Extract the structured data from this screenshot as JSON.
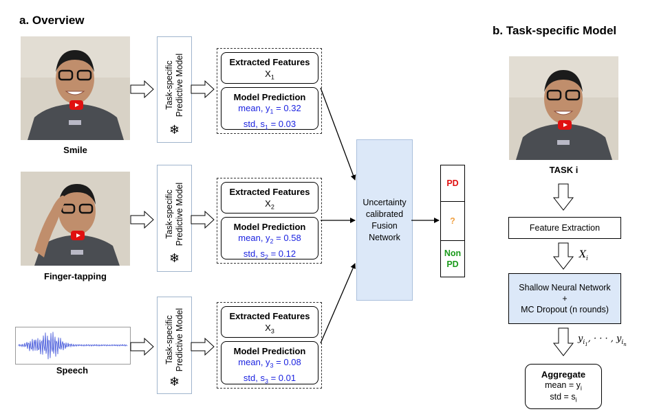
{
  "overview_title": "a. Overview",
  "task_title": "b. Task-specific Model",
  "tasks": [
    {
      "caption": "Smile",
      "predictor_label_line1": "Task-specific",
      "predictor_label_line2": "Predictive Model",
      "features_title": "Extracted Features",
      "features_var": "X",
      "features_sub": "1",
      "prediction_title": "Model Prediction",
      "mean_prefix": "mean, y",
      "mean_sub": "1",
      "mean_value": " = 0.32",
      "std_prefix": "std, s",
      "std_sub": "1",
      "std_value": " = 0.03"
    },
    {
      "caption": "Finger-tapping",
      "predictor_label_line1": "Task-specific",
      "predictor_label_line2": "Predictive Model",
      "features_title": "Extracted Features",
      "features_var": "X",
      "features_sub": "2",
      "prediction_title": "Model Prediction",
      "mean_prefix": "mean, y",
      "mean_sub": "2",
      "mean_value": " = 0.58",
      "std_prefix": "std, s",
      "std_sub": "2",
      "std_value": " = 0.12"
    },
    {
      "caption": "Speech",
      "predictor_label_line1": "Task-specific",
      "predictor_label_line2": "Predictive Model",
      "features_title": "Extracted Features",
      "features_var": "X",
      "features_sub": "3",
      "prediction_title": "Model Prediction",
      "mean_prefix": "mean, y",
      "mean_sub": "3",
      "mean_value": " = 0.08",
      "std_prefix": "std, s",
      "std_sub": "3",
      "std_value": " = 0.01"
    }
  ],
  "fusion": {
    "line1": "Uncertainty",
    "line2": "calibrated",
    "line3": "Fusion",
    "line4": "Network"
  },
  "outputs": {
    "pd": "PD",
    "unknown": "?",
    "non_pd_line1": "Non",
    "non_pd_line2": "PD"
  },
  "task_model": {
    "task_label": "TASK i",
    "feature_extraction": "Feature Extraction",
    "xi_var": "X",
    "xi_sub": "i",
    "nn_line1": "Shallow Neural Network",
    "nn_line2": "+",
    "nn_line3": "MC Dropout (n rounds)",
    "y_list": "y",
    "aggregate_title": "Aggregate",
    "aggregate_mean": "mean = y",
    "aggregate_mean_sub": "i",
    "aggregate_std": "std = s",
    "aggregate_std_sub": "i"
  },
  "colors": {
    "prediction_text": "#1a22e0",
    "fusion_fill": "#dce8f8",
    "nn_fill": "#dce8f8",
    "pd": "#e01010",
    "unknown": "#f0a040",
    "non_pd": "#1a9a1a",
    "snowflake": "#000000"
  },
  "icons": {
    "video": "youtube-play-icon",
    "frozen": "snowflake-icon"
  }
}
